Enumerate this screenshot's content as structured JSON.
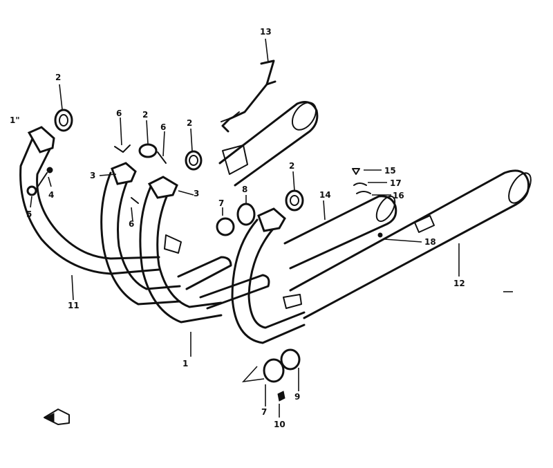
{
  "diagram": {
    "callouts": [
      {
        "id": "1",
        "text": "1"
      },
      {
        "id": "2a",
        "text": "2"
      },
      {
        "id": "2b",
        "text": "2"
      },
      {
        "id": "2c",
        "text": "2"
      },
      {
        "id": "2d",
        "text": "2"
      },
      {
        "id": "3a",
        "text": "3"
      },
      {
        "id": "3b",
        "text": "3"
      },
      {
        "id": "4",
        "text": "4"
      },
      {
        "id": "5",
        "text": "5"
      },
      {
        "id": "6a",
        "text": "6"
      },
      {
        "id": "6b",
        "text": "6"
      },
      {
        "id": "6c",
        "text": "6"
      },
      {
        "id": "7a",
        "text": "7"
      },
      {
        "id": "7b",
        "text": "7"
      },
      {
        "id": "8",
        "text": "8"
      },
      {
        "id": "9",
        "text": "9"
      },
      {
        "id": "10",
        "text": "10"
      },
      {
        "id": "11",
        "text": "11"
      },
      {
        "id": "12",
        "text": "12"
      },
      {
        "id": "13",
        "text": "13"
      },
      {
        "id": "14",
        "text": "14"
      },
      {
        "id": "15",
        "text": "15"
      },
      {
        "id": "16",
        "text": "16"
      },
      {
        "id": "17",
        "text": "17"
      },
      {
        "id": "18",
        "text": "18"
      }
    ],
    "corner_mark": "1\""
  }
}
